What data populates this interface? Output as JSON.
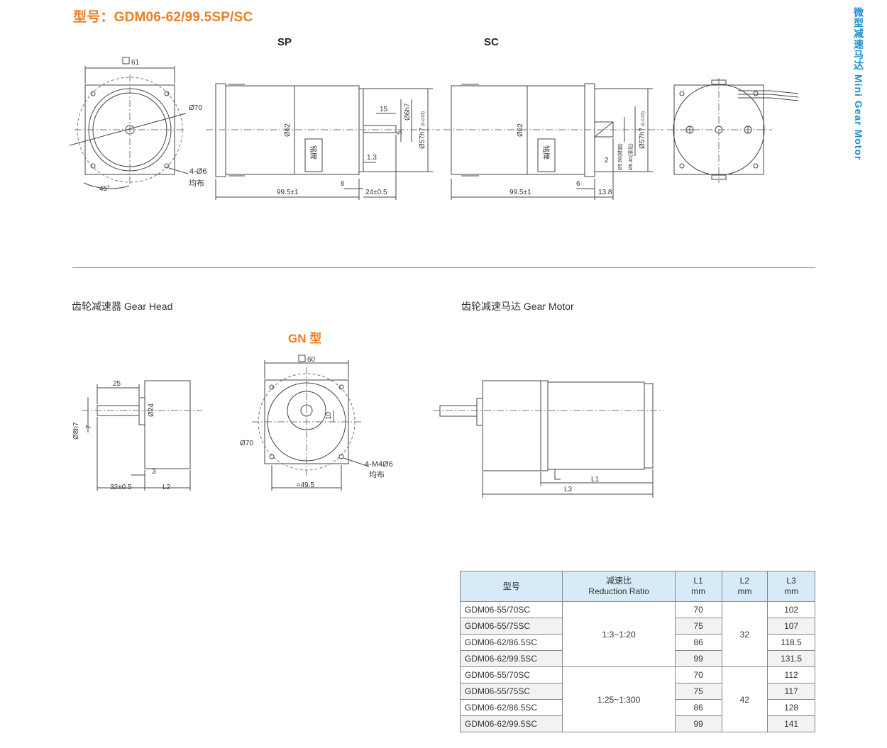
{
  "header": {
    "model_title": "型号：GDM06-62/99.5SP/SC",
    "side_title": "微型减速马达 Mini Gear Motor"
  },
  "views": {
    "sp_label": "SP",
    "sc_label": "SC"
  },
  "drawing_labels": {
    "square_61": "61",
    "dia_70": "Ø70",
    "holes_4_6": "4-Ø6",
    "jun_bu": "均布",
    "angle_45": "45°",
    "dia_62": "Ø62",
    "len_15": "15",
    "shaft_6h7": "Ø6h7",
    "val_5": "5",
    "dia_57h7": "Ø57h7",
    "tol_57": "(0-0.03)",
    "val_1_3": "1.3",
    "val_6": "6",
    "len_99_5": "99.5±1",
    "len_24": "24±0.5",
    "val_2": "2",
    "dia_5_86": "Ø5.86(铣扁)",
    "dia_6_40": "Ø6.40(滚花)",
    "len_13_8": "13.8",
    "nameplate": "铭牌",
    "square_60": "60",
    "len_25": "25",
    "dia_24": "Ø24",
    "shaft_8h7": "Ø8h7",
    "val_7": "7",
    "val_3": "3",
    "len_32": "32±0.5",
    "L2": "L2",
    "val_10": "10",
    "holes_4_m4": "4-M4Ø6",
    "len_49_5": "≈49.5",
    "L1": "L1",
    "L3": "L3"
  },
  "sections": {
    "gear_head": "齿轮减速器 Gear Head",
    "gear_motor": "齿轮减速马达 Gear Motor",
    "gn_type": "GN 型"
  },
  "table": {
    "headers": {
      "model": "型号",
      "ratio_cn": "减速比",
      "ratio_en": "Reduction Ratio",
      "l1": "L1",
      "l2": "L2",
      "l3": "L3",
      "unit": "mm"
    },
    "groups": [
      {
        "ratio": "1:3~1:20",
        "l2": "32",
        "rows": [
          {
            "model": "GDM06-55/70SC",
            "l1": "70",
            "l3": "102"
          },
          {
            "model": "GDM06-55/75SC",
            "l1": "75",
            "l3": "107"
          },
          {
            "model": "GDM06-62/86.5SC",
            "l1": "86",
            "l3": "118.5"
          },
          {
            "model": "GDM06-62/99.5SC",
            "l1": "99",
            "l3": "131.5"
          }
        ]
      },
      {
        "ratio": "1:25~1:300",
        "l2": "42",
        "rows": [
          {
            "model": "GDM06-55/70SC",
            "l1": "70",
            "l3": "112"
          },
          {
            "model": "GDM06-55/75SC",
            "l1": "75",
            "l3": "117"
          },
          {
            "model": "GDM06-62/86.5SC",
            "l1": "86",
            "l3": "128"
          },
          {
            "model": "GDM06-62/99.5SC",
            "l1": "99",
            "l3": "141"
          }
        ]
      }
    ]
  },
  "colors": {
    "accent_orange": "#ef7d22",
    "accent_blue": "#1a8ccf",
    "table_header_bg": "#d6ebf7"
  }
}
